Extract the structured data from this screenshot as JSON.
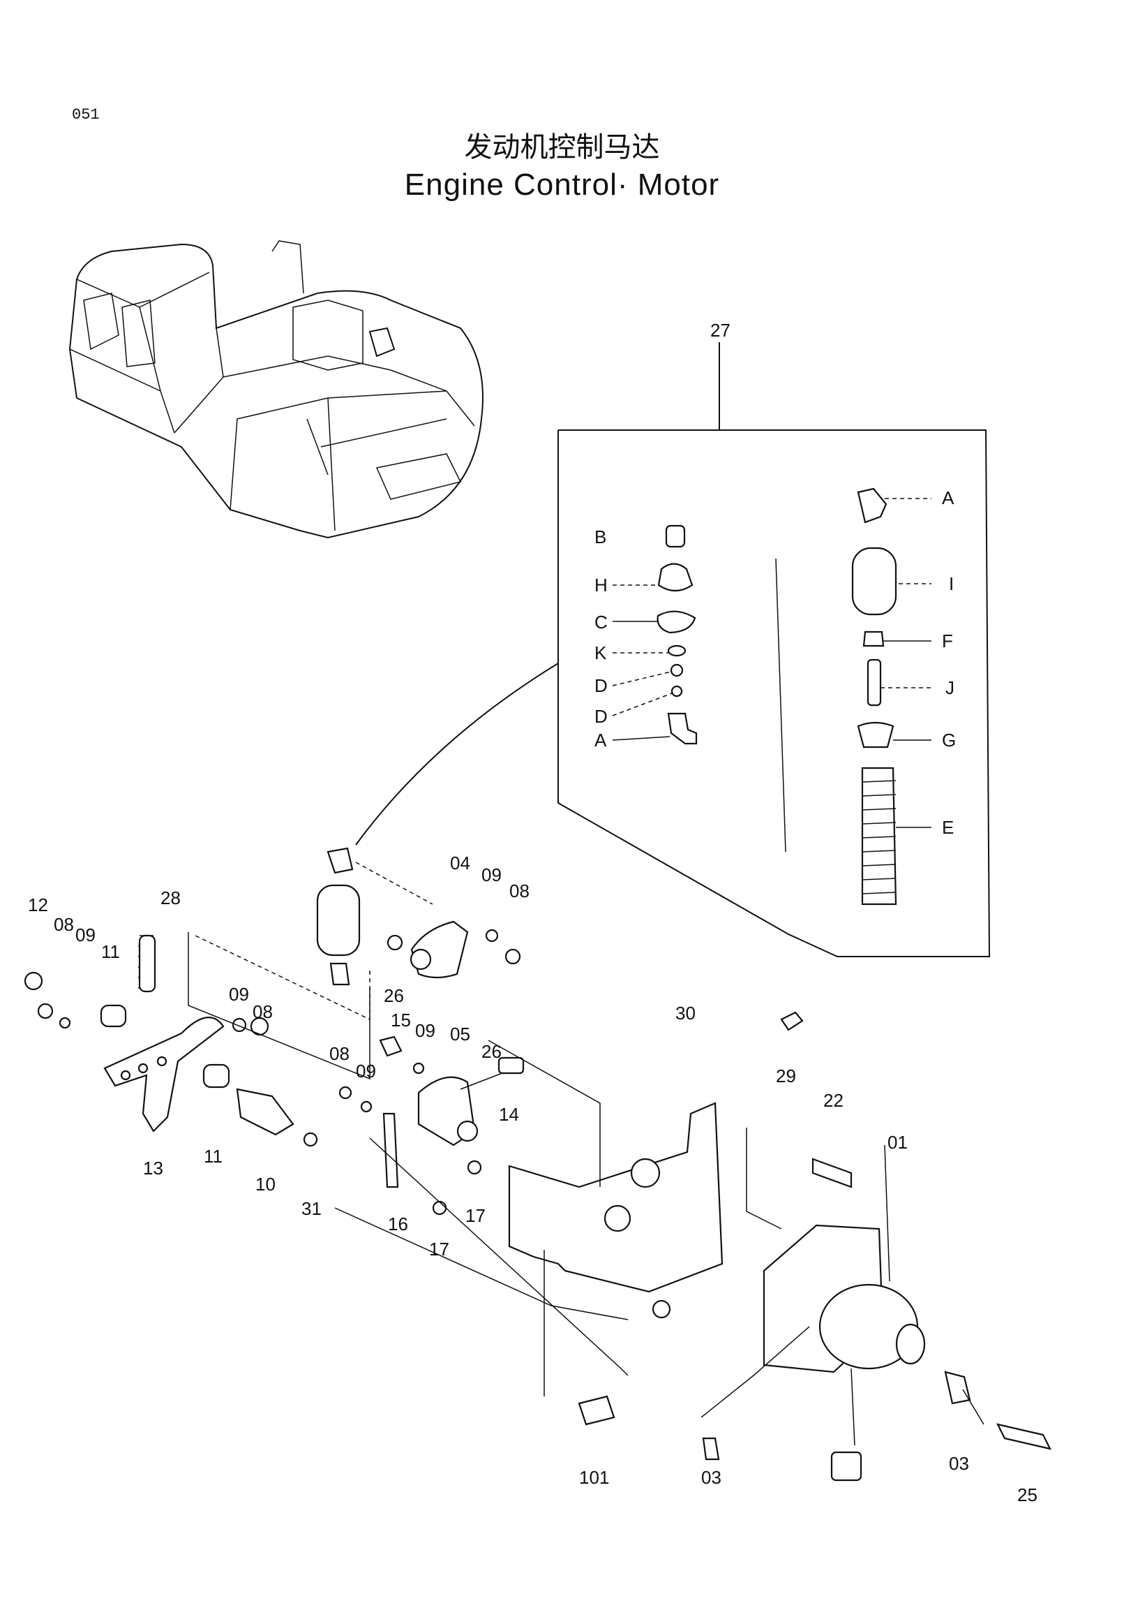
{
  "page_number": "051",
  "title_cn": "发动机控制马达",
  "title_en": "Engine Control· Motor",
  "callouts": {
    "c27": "27",
    "sub_A1": "A",
    "sub_B": "B",
    "sub_H": "H",
    "sub_C": "C",
    "sub_K": "K",
    "sub_D1": "D",
    "sub_D2": "D",
    "sub_A2": "A",
    "sub_I": "I",
    "sub_F": "F",
    "sub_J": "J",
    "sub_G": "G",
    "sub_E": "E",
    "c04": "04",
    "c09a": "09",
    "c08a": "08",
    "c12": "12",
    "c08b": "08",
    "c09b": "09",
    "c11a": "11",
    "c28": "28",
    "c26a": "26",
    "c05": "05",
    "c26b": "26",
    "c09c": "09",
    "c08c": "08",
    "c15": "15",
    "c09d": "09",
    "c08d": "08",
    "c09e": "09",
    "c14": "14",
    "c30": "30",
    "c13": "13",
    "c11b": "11",
    "c10": "10",
    "c31": "31",
    "c16": "16",
    "c17a": "17",
    "c17b": "17",
    "c29": "29",
    "c22": "22",
    "c01": "01",
    "c101": "101",
    "c03a": "03",
    "c03b": "03",
    "c25": "25"
  }
}
